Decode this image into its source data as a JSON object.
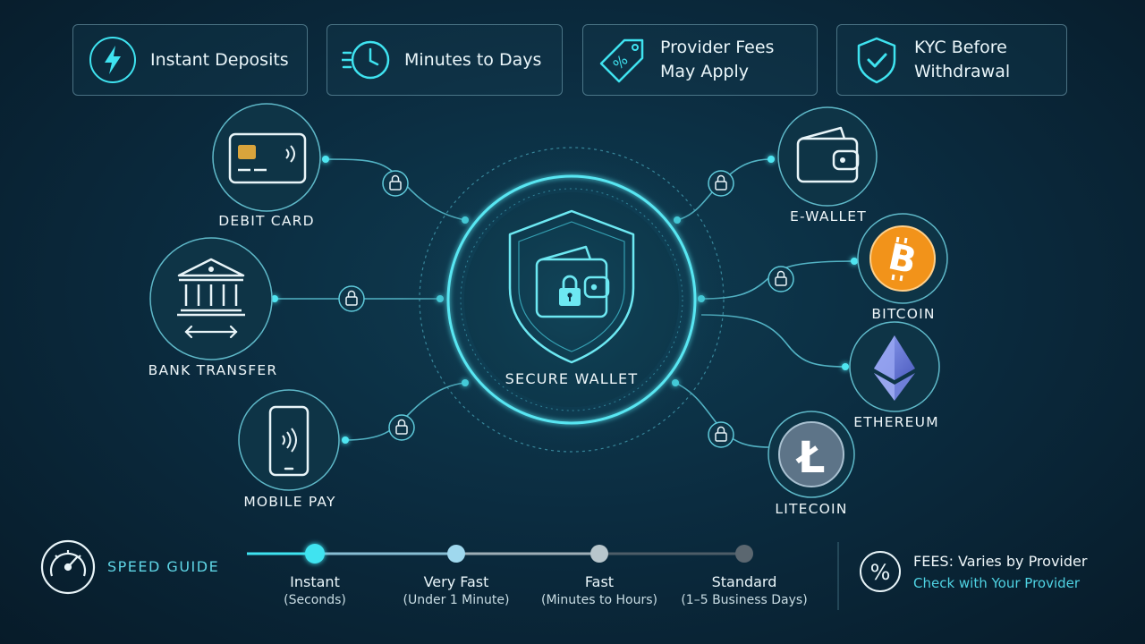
{
  "features": [
    {
      "id": "instant",
      "text": "Instant Deposits",
      "icon": "lightning-icon"
    },
    {
      "id": "minutes",
      "text": "Minutes to Days",
      "icon": "clock-icon"
    },
    {
      "id": "fees",
      "text": "Provider Fees\nMay Apply",
      "icon": "price-tag-percent-icon"
    },
    {
      "id": "kyc",
      "text": "KYC Before\nWithdrawal",
      "icon": "shield-check-icon"
    }
  ],
  "hub": {
    "label": "SECURE WALLET",
    "icon": "shield-wallet-lock-icon"
  },
  "methods": {
    "debit_card": "DEBIT CARD",
    "bank_transfer": "BANK TRANSFER",
    "mobile_pay": "MOBILE PAY",
    "e_wallet": "E-WALLET",
    "bitcoin": "BITCOIN",
    "ethereum": "ETHEREUM",
    "litecoin": "LITECOIN"
  },
  "speed_guide": {
    "title": "SPEED GUIDE",
    "levels": [
      {
        "name": "Instant",
        "note": "(Seconds)"
      },
      {
        "name": "Very Fast",
        "note": "(Under 1 Minute)"
      },
      {
        "name": "Fast",
        "note": "(Minutes to Hours)"
      },
      {
        "name": "Standard",
        "note": "(1–5 Business Days)"
      }
    ]
  },
  "fees_note": {
    "line1": "FEES: Varies by Provider",
    "line2": "Check with Your Provider"
  },
  "colors": {
    "accent": "#3fe3f0",
    "bitcoin": "#f2931a",
    "ethereum": "#6f7fd8",
    "litecoin": "#8aa3b8",
    "track_instant": "#3fe3f0",
    "track_very_fast": "#9fd8ee",
    "track_fast": "#b8c6cc",
    "track_standard": "#5b6770"
  }
}
